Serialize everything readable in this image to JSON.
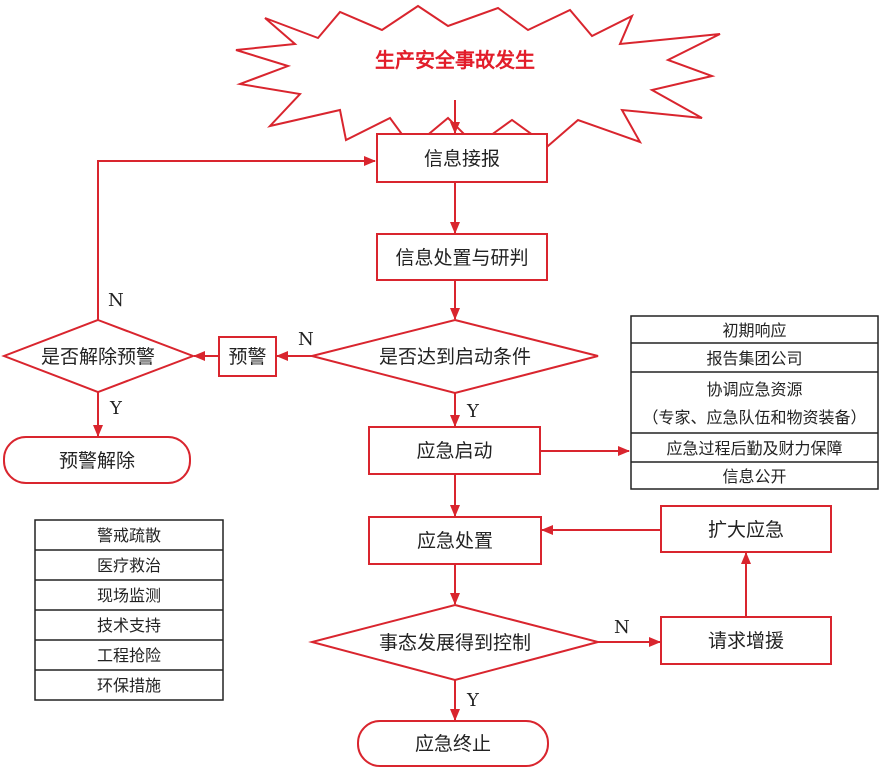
{
  "start": {
    "label": "生产安全事故发生"
  },
  "nodes": {
    "info_receive": "信息接报",
    "info_process": "信息处置与研判",
    "start_condition": "是否达到启动条件",
    "warning": "预警",
    "cancel_warning_q": "是否解除预警",
    "warning_cancelled": "预警解除",
    "emergency_start": "应急启动",
    "emergency_handle": "应急处置",
    "controlled_q": "事态发展得到控制",
    "request_support": "请求增援",
    "expand_emergency": "扩大应急",
    "emergency_end": "应急终止"
  },
  "branch_labels": {
    "n_cancel": "N",
    "y_cancel": "Y",
    "n_condition": "N",
    "y_condition": "Y",
    "n_controlled": "N",
    "y_controlled": "Y"
  },
  "response_list": [
    "初期响应",
    "报告集团公司",
    "协调应急资源",
    "（专家、应急队伍和物资装备）",
    "应急过程后勤及财力保障",
    "信息公开"
  ],
  "measures_list": [
    "警戒疏散",
    "医疗救治",
    "现场监测",
    "技术支持",
    "工程抢险",
    "环保措施"
  ],
  "colors": {
    "line": "#d9252e",
    "title": "#e21d2a",
    "table_border": "#222222"
  }
}
